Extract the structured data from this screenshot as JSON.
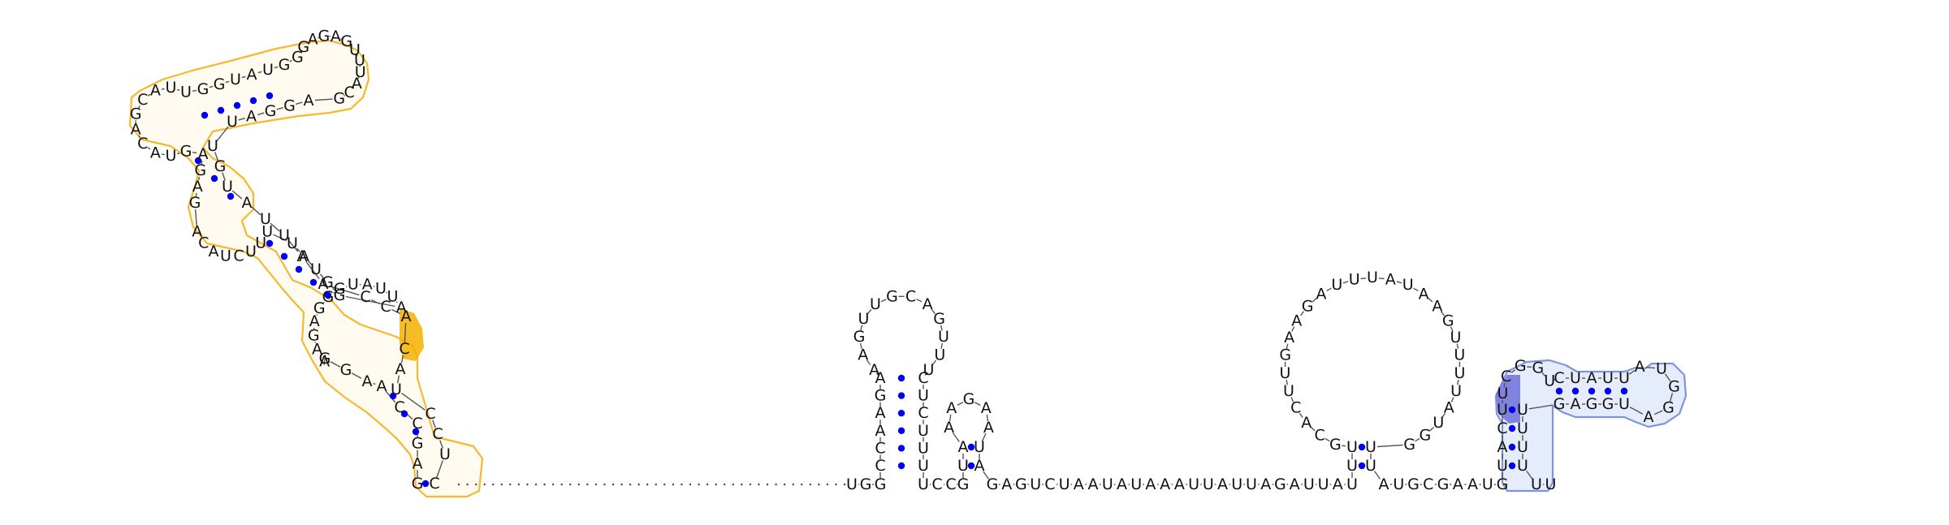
{
  "diagram": {
    "type": "rna-secondary-structure",
    "colors": {
      "nucleotide": "#111111",
      "backbone": "#555555",
      "pair_dot": "#0000ee",
      "highlight_orange_fill": "#fff4d8",
      "highlight_orange_stroke": "#f5b82e",
      "highlight_orange_strong": "#f5b000",
      "highlight_blue_fill": "#dce6fa",
      "highlight_blue_stroke": "#7d95dc",
      "highlight_blue_strong": "#6f70d8"
    },
    "strand_5p": "GAGCCAAGGAAGAGGGUAUUAGGUAUUUUCUACAGAGAGUACAGCAUUGGUAUGGGAGAGUUUACGAGGAUUGUAUUAACCACAUCCUCCAGAGGAC",
    "dotted_linker_count": 46,
    "main_strand": "UGGCCAAGAAAGUUGCAGUUUCUCUUUUCCGUAAAGAAUAGAGUCUAAUAUAAAUUAUUAGAUUAUUUGCACUUGAAGAUUUAUAAGUUUUAUGGUUAUGCGAAUGUACUUCGGUCUAUUAUGGAUGGAGUUUUUU"
  }
}
